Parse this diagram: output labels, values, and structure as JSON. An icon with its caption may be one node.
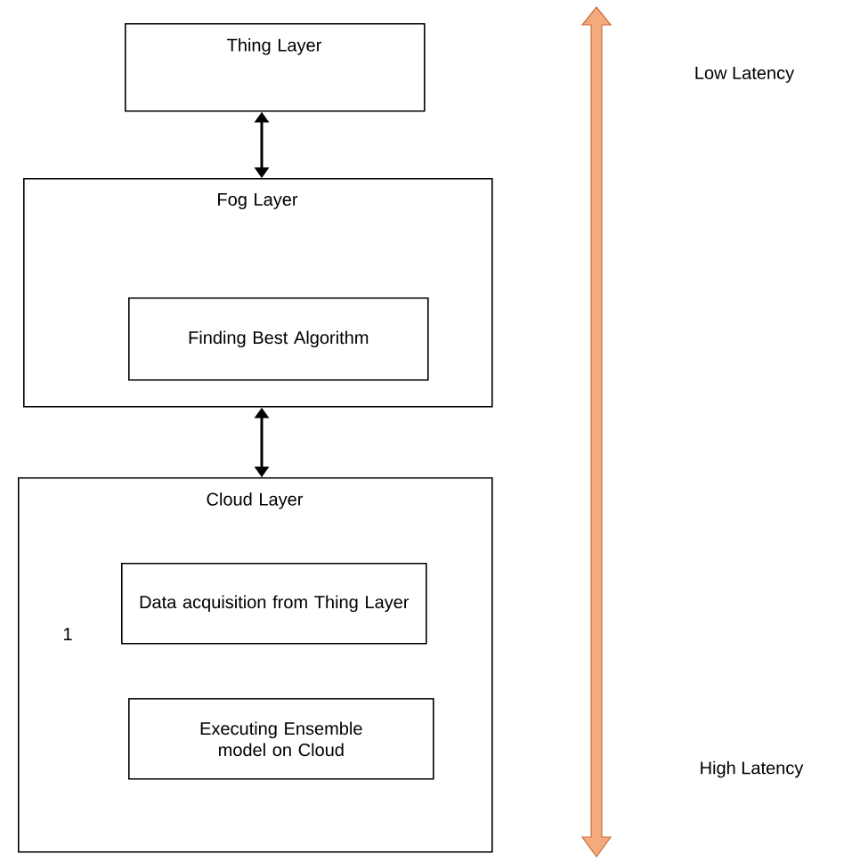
{
  "diagram": {
    "nodes": [
      {
        "text": [
          "Thing Layer"
        ]
      },
      {
        "text": [
          "Fog Layer"
        ]
      },
      {
        "text": [
          "Finding Best Algorithm"
        ],
        "in": 1
      },
      {
        "text": [
          "Cloud Layer"
        ]
      },
      {
        "text": [
          "Data acquisition from Thing Layer"
        ],
        "in": 3
      },
      {
        "text": [
          "Executing Ensemble model on Cloud"
        ],
        "in": 3
      }
    ],
    "edges": [
      {
        "from": 0,
        "to": 1,
        "arrow": "both"
      },
      {
        "from": 1,
        "to": 3,
        "arrow": "both"
      }
    ],
    "labels": [
      "Low Latency",
      "1",
      "High Latency"
    ]
  }
}
